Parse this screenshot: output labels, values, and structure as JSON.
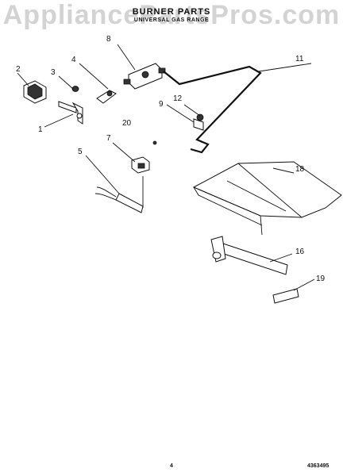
{
  "header": {
    "title": "BURNER PARTS",
    "subtitle": "UNIVERSAL GAS RANGE",
    "watermark": "AppliancePartsPros.com"
  },
  "footer": {
    "page_number": "4",
    "doc_number": "4363495"
  },
  "diagram": {
    "callouts": [
      "1",
      "2",
      "3",
      "4",
      "5",
      "7",
      "8",
      "9",
      "11",
      "12",
      "16",
      "18",
      "19",
      "20"
    ]
  }
}
